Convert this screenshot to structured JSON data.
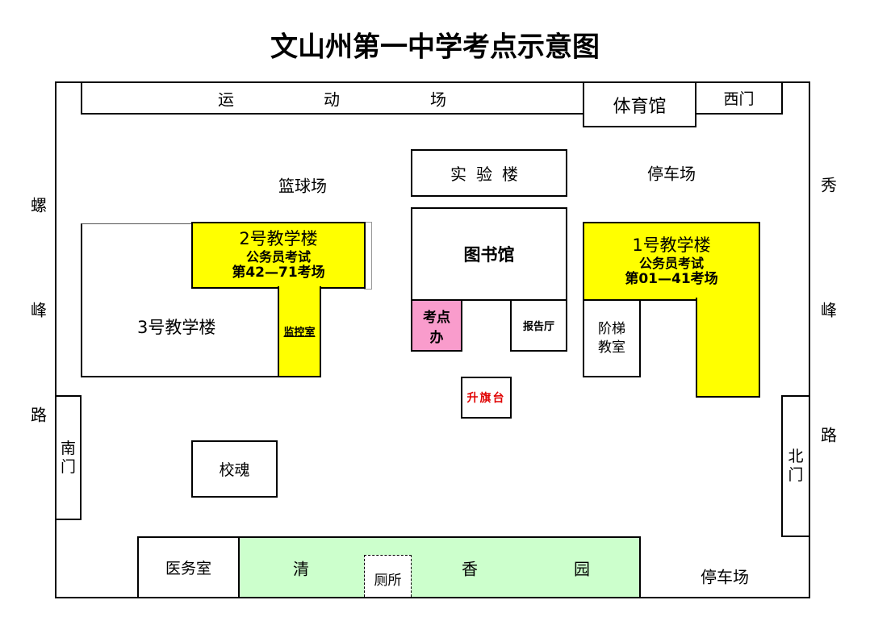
{
  "title": "文山州第一中学考点示意图",
  "colors": {
    "exam_building": "#ffff00",
    "exam_office": "#f99ccc",
    "garden": "#ccffcc",
    "flag": "#e00000"
  },
  "places": {
    "sports_field": [
      "运",
      "动",
      "场"
    ],
    "gym": "体育馆",
    "west_gate": "西门",
    "lab": "实验楼",
    "basketball": "篮球场",
    "parking_top": "停车场",
    "bldg2": {
      "name": "2号教学楼",
      "exam": "公务员考试",
      "rooms": "第42—71考场"
    },
    "monitor": "监控室",
    "bldg3": "3号教学楼",
    "library": "图书馆",
    "exam_office": "考点办",
    "auditorium": "报告厅",
    "bldg1": {
      "name": "1号教学楼",
      "exam": "公务员考试",
      "rooms": "第01—41考场"
    },
    "lecture_hall": "阶梯教室",
    "flag": "升旗台",
    "south_gate": "南门",
    "north_gate": "北门",
    "spirit": "校魂",
    "clinic": "医务室",
    "garden": [
      "清",
      "香",
      "园"
    ],
    "toilet": "厕所",
    "parking_bottom": "停车场"
  },
  "roads": {
    "left": [
      "螺",
      "峰",
      "路"
    ],
    "right": [
      "秀",
      "峰",
      "路"
    ]
  }
}
